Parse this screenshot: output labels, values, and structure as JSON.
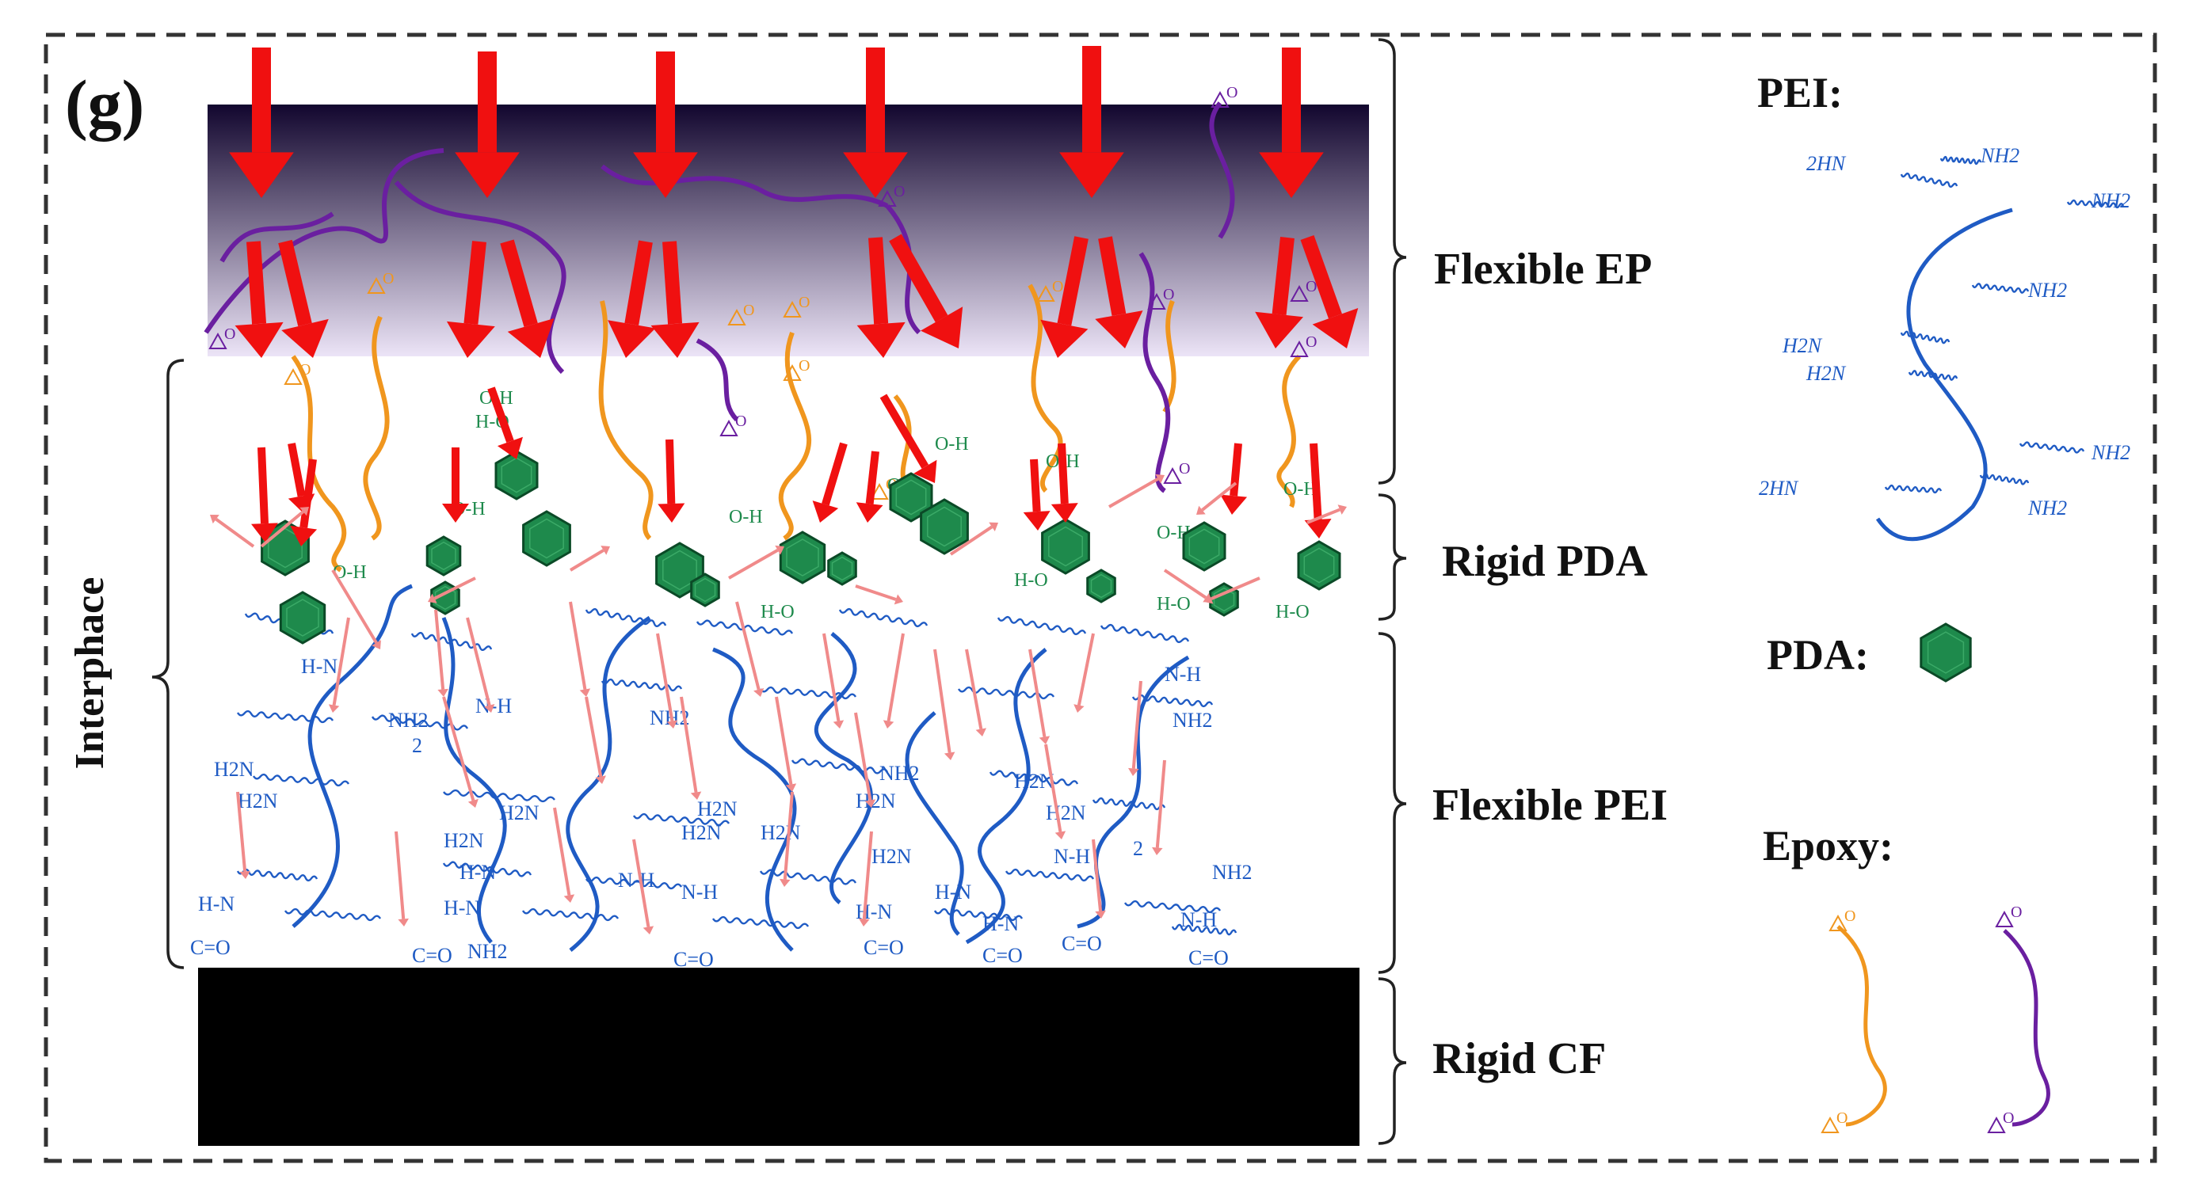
{
  "panel_label": "(g)",
  "layers": {
    "flexible_ep": "Flexible EP",
    "rigid_pda": "Rigid PDA",
    "flexible_pei": "Flexible PEI",
    "rigid_cf": "Rigid CF"
  },
  "interphase_label": "Interphace",
  "legend": {
    "pei_title": "PEI:",
    "pda_title": "PDA:",
    "epoxy_title": "Epoxy:",
    "pei_groups": [
      "NH2",
      "H2N",
      "2HN"
    ],
    "epoxy_end_label": "O"
  },
  "chem_labels": {
    "nh2": "NH2",
    "h2n": "H2N",
    "nh": "N-H",
    "hn": "H-N",
    "oh_bond": "O-H",
    "ho_bond": "H-O",
    "carbonyl": "C=O",
    "epoxide_o": "O",
    "sub2": "2"
  },
  "colors": {
    "ep_top": "#12062e",
    "ep_bottom": "#ece4f7",
    "cf": "#000000",
    "pei": "#1f5bc4",
    "pda": "#1e8a4c",
    "arrow_strong": "#f01010",
    "arrow_light": "#f08a8a",
    "epoxy_orange": "#f0961e",
    "epoxy_purple": "#6a1fa0",
    "dash_border": "#333333"
  }
}
